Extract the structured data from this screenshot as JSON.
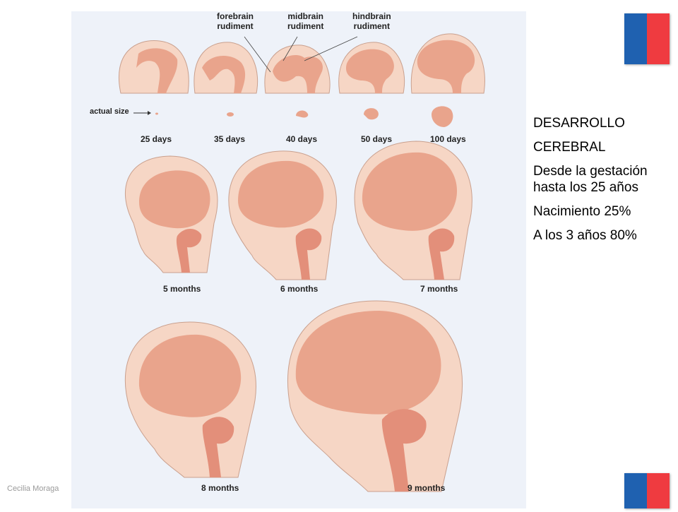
{
  "figure": {
    "top_labels": {
      "forebrain": "forebrain\nrudiment",
      "midbrain": "midbrain\nrudiment",
      "hindbrain": "hindbrain\nrudiment"
    },
    "actual_size": "actual size",
    "days": [
      "25 days",
      "35 days",
      "40 days",
      "50 days",
      "100 days"
    ],
    "months_row1": [
      "5 months",
      "6 months",
      "7 months"
    ],
    "months_row2": [
      "8 months",
      "9 months"
    ]
  },
  "side_text": {
    "line1": "DESARROLLO",
    "line2": "CEREBRAL",
    "line3": "Desde la gestación hasta los 25 años",
    "line4": "Nacimiento 25%",
    "line5": "A los 3 años 80%"
  },
  "author": "Cecilia Moraga",
  "colors": {
    "panel_bg": "#eef2f9",
    "skin": "#f6d6c5",
    "brain": "#e9a48c",
    "flag_blue": "#1f61b0",
    "flag_red": "#ef3b40"
  }
}
